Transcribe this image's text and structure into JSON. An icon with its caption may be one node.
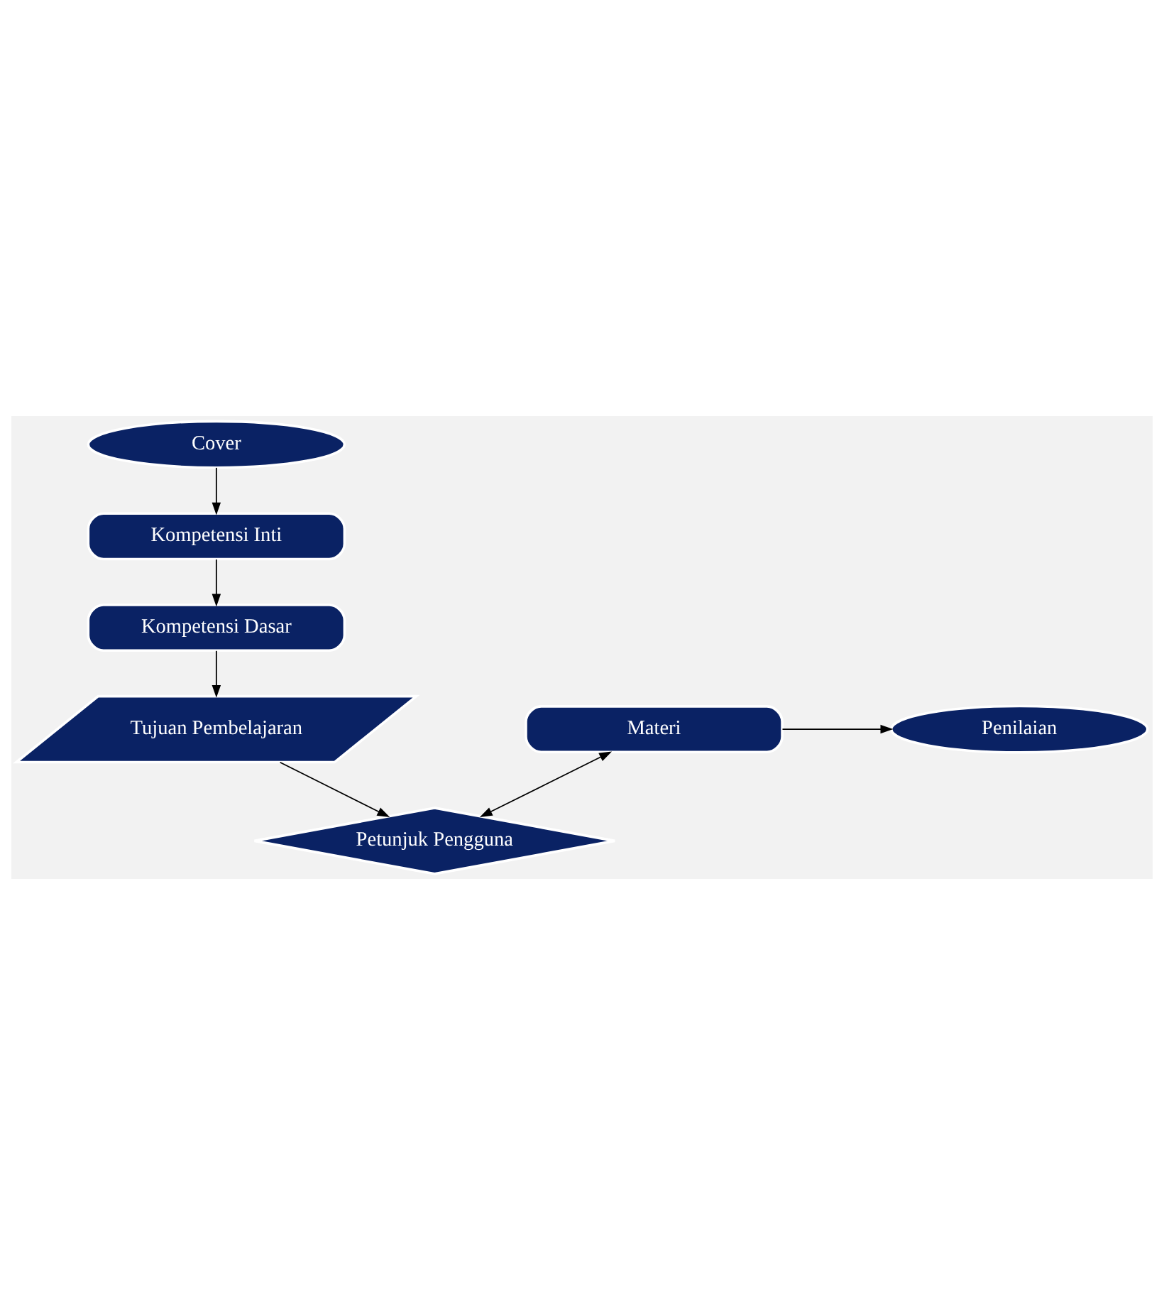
{
  "diagram": {
    "nodes": [
      {
        "text": [
          "Cover"
        ]
      },
      {
        "text": [
          "Kompetensi Inti"
        ]
      },
      {
        "text": [
          "Kompetensi Dasar"
        ]
      },
      {
        "text": [
          "Tujuan Pembelajaran"
        ]
      },
      {
        "text": [
          "Petunjuk Pengguna"
        ]
      },
      {
        "text": [
          "Materi"
        ]
      },
      {
        "text": [
          "Penilaian"
        ]
      }
    ],
    "edges": [
      {
        "from": 0,
        "to": 1,
        "arrow": "to"
      },
      {
        "from": 1,
        "to": 2,
        "arrow": "to"
      },
      {
        "from": 2,
        "to": 3,
        "arrow": "to"
      },
      {
        "from": 3,
        "to": 4,
        "arrow": "to"
      },
      {
        "from": 5,
        "to": 4,
        "arrow": "both"
      },
      {
        "from": 5,
        "to": 6,
        "arrow": "to"
      }
    ]
  }
}
